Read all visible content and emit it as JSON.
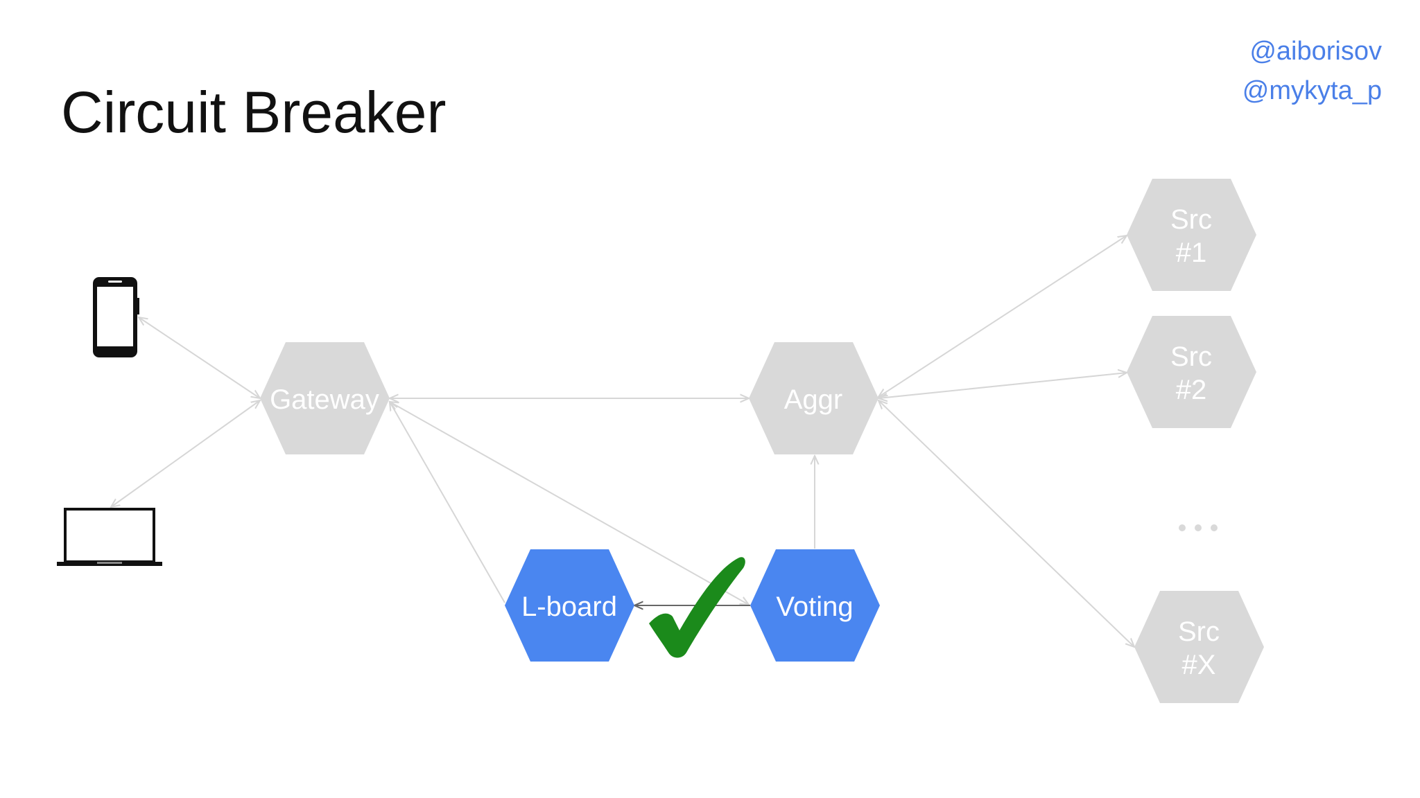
{
  "title": "Circuit Breaker",
  "handles": [
    "@aiborisov",
    "@mykyta_p"
  ],
  "colors": {
    "inactive_node": "#d9d9d9",
    "active_node": "#4a86f0",
    "edge": "#d6d6d6",
    "active_edge": "#666666",
    "check": "#1b8a1b",
    "handle_text": "#4a7fe8"
  },
  "clients": [
    {
      "name": "phone-icon"
    },
    {
      "name": "laptop-icon"
    }
  ],
  "nodes": {
    "gateway": {
      "label": "Gateway",
      "state": "inactive"
    },
    "aggr": {
      "label": "Aggr",
      "state": "inactive"
    },
    "lboard": {
      "label": "L-board",
      "state": "active"
    },
    "voting": {
      "label": "Voting",
      "state": "active"
    },
    "src1": {
      "label_line1": "Src",
      "label_line2": "#1",
      "state": "inactive"
    },
    "src2": {
      "label_line1": "Src",
      "label_line2": "#2",
      "state": "inactive"
    },
    "srcx": {
      "label_line1": "Src",
      "label_line2": "#X",
      "state": "inactive"
    }
  },
  "ellipsis_icon": "more-dots-icon",
  "status_icon": "checkmark-icon"
}
